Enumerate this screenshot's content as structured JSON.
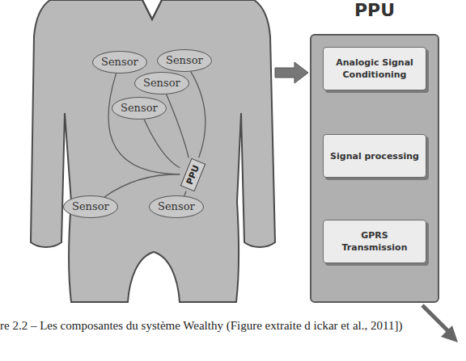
{
  "diagram": {
    "caption": "re 2.2 – Les composantes du système Wealthy (Figure extraite d ickar et al., 2011])",
    "nodes": [
      {
        "text": [
          "Sensor"
        ]
      },
      {
        "text": [
          "Sensor"
        ]
      },
      {
        "text": [
          "Sensor"
        ]
      },
      {
        "text": [
          "Sensor"
        ]
      },
      {
        "text": [
          "Sensor"
        ]
      },
      {
        "text": [
          "Sensor"
        ]
      },
      {
        "text": [
          "PPU"
        ]
      },
      {
        "text": [
          "PPU"
        ]
      },
      {
        "text": [
          "Analogic Signal Conditioning"
        ],
        "in": 7
      },
      {
        "text": [
          "Signal processing"
        ],
        "in": 7
      },
      {
        "text": [
          "GPRS Transmission"
        ],
        "in": 7
      }
    ],
    "edges": [
      {
        "from": 0,
        "to": 6,
        "arrow": "none"
      },
      {
        "from": 1,
        "to": 6,
        "arrow": "none"
      },
      {
        "from": 2,
        "to": 6,
        "arrow": "none"
      },
      {
        "from": 3,
        "to": 6,
        "arrow": "none"
      },
      {
        "from": 4,
        "to": 6,
        "arrow": "none"
      },
      {
        "from": 5,
        "to": 6,
        "arrow": "none"
      },
      {
        "from": 8,
        "to": 9,
        "arrow": "to"
      },
      {
        "from": 9,
        "to": 10,
        "arrow": "to"
      }
    ]
  }
}
